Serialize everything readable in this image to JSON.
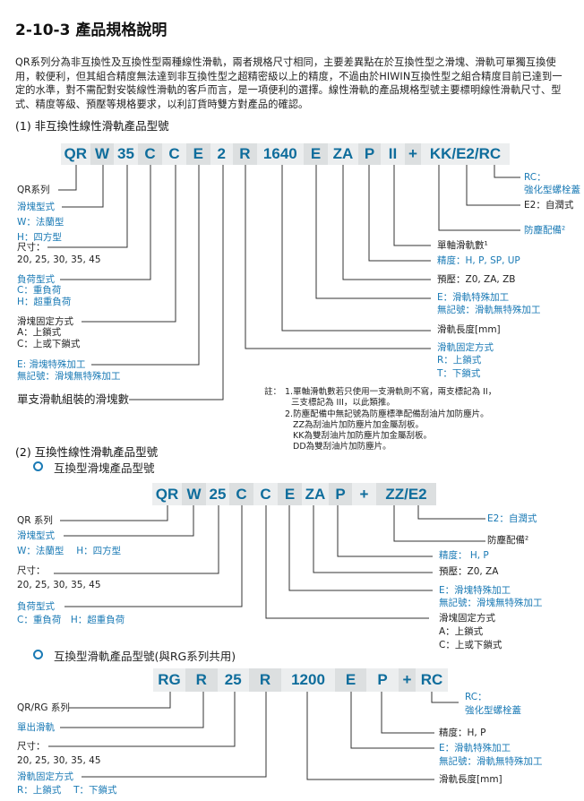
{
  "title": "2-10-3 產品規格說明",
  "intro": "QR系列分為非互換性及互換性型兩種線性滑軌，兩者規格尺寸相同，主要差異點在於互換性型之滑塊、滑軌可單獨互換使用，較便利，但其組合精度無法達到非互換性型之超精密級以上的精度，不過由於HIWIN互換性型之組合精度目前已達到一定的水準，對不需配對安裝線性滑軌的客戶而言，是一項便利的選擇。線性滑軌的產品規格型號主要標明線性滑軌尺寸、型式、精度等級、預壓等規格要求，以利訂貨時雙方對產品的確認。",
  "section1": "(1) 非互換性線性滑軌產品型號",
  "section2": "(2) 互換性線性滑軌產品型號",
  "bullet_block": "互換型滑塊產品型號",
  "bullet_rail": "互換型滑軌產品型號(與RG系列共用)",
  "colors": {
    "accent": "#1a7ab5",
    "code": "#0f6d9c",
    "cell_light": "#eceeef",
    "cell_dark": "#dcdfe0"
  },
  "diagrams": [
    {
      "codes": [
        "QR",
        "W",
        "35",
        "C",
        "C",
        "E",
        "2",
        "R",
        "1640",
        "E",
        "ZA",
        "P",
        "II",
        "+",
        "KK/E2/RC"
      ],
      "labels": [
        {
          "tone": "black",
          "lines": [
            "QR系列"
          ]
        },
        {
          "tone": "blue",
          "lines": [
            "滑塊型式",
            "W：法蘭型",
            "H：四方型"
          ]
        },
        {
          "tone": "black",
          "lines": [
            "尺寸：",
            "20, 25, 30, 35, 45"
          ]
        },
        {
          "tone": "blue",
          "lines": [
            "負荷型式",
            "C：重負荷",
            "H：超重負荷"
          ]
        },
        {
          "tone": "black",
          "lines": [
            "滑塊固定方式",
            "A：上鎖式",
            "C：上或下鎖式"
          ]
        },
        {
          "tone": "blue",
          "lines": [
            "E: 滑塊特殊加工",
            "無記號：滑塊無特殊加工"
          ]
        },
        {
          "tone": "black",
          "lines": [
            "單支滑軌組裝的滑塊數"
          ]
        },
        {
          "tone": "blue",
          "lines": [
            "滑軌固定方式",
            "R：上鎖式",
            "T：下鎖式"
          ]
        },
        {
          "tone": "black",
          "lines": [
            "滑軌長度[mm]"
          ]
        },
        {
          "tone": "blue",
          "lines": [
            "E：滑軌特殊加工",
            "無記號：滑軌無特殊加工"
          ]
        },
        {
          "tone": "black",
          "lines": [
            "預壓：Z0, ZA, ZB"
          ]
        },
        {
          "tone": "blue",
          "lines": [
            "精度：H, P, SP, UP"
          ]
        },
        {
          "tone": "black",
          "lines": [
            "單軸滑軌數¹"
          ]
        },
        {
          "tone": "blue",
          "lines": [
            "防塵配備²"
          ]
        },
        {
          "tone": "black",
          "lines": [
            "E2：自潤式"
          ]
        },
        {
          "tone": "blue",
          "lines": [
            "RC：",
            "強化型螺栓蓋"
          ]
        }
      ]
    },
    {
      "codes": [
        "QR",
        "W",
        "25",
        "C",
        "C",
        "E",
        "ZA",
        "P",
        "+",
        "ZZ/E2"
      ],
      "labels": [
        {
          "tone": "black",
          "lines": [
            "QR 系列"
          ]
        },
        {
          "tone": "blue",
          "lines": [
            "滑塊型式",
            "W：法蘭型　 H：四方型"
          ]
        },
        {
          "tone": "black",
          "lines": [
            "尺寸：",
            "20, 25, 30, 35, 45"
          ]
        },
        {
          "tone": "blue",
          "lines": [
            "負荷型式",
            "C：重負荷　H：超重負荷"
          ]
        },
        {
          "tone": "black",
          "lines": [
            "滑塊固定方式",
            "A：上鎖式",
            "C：上或下鎖式"
          ]
        },
        {
          "tone": "blue",
          "lines": [
            "E：滑塊特殊加工",
            "無記號：滑塊無特殊加工"
          ]
        },
        {
          "tone": "black",
          "lines": [
            "預壓：Z0, ZA"
          ]
        },
        {
          "tone": "blue",
          "lines": [
            "精度： H, P"
          ]
        },
        {
          "tone": "black",
          "lines": [
            "防塵配備²"
          ]
        },
        {
          "tone": "blue",
          "lines": [
            "E2：自潤式"
          ]
        }
      ]
    },
    {
      "codes": [
        "RG",
        "R",
        "25",
        "R",
        "1200",
        "E",
        "P",
        "+",
        "RC"
      ],
      "labels": [
        {
          "tone": "black",
          "lines": [
            "QR/RG 系列"
          ]
        },
        {
          "tone": "blue",
          "lines": [
            "單出滑軌"
          ]
        },
        {
          "tone": "black",
          "lines": [
            "尺寸：",
            "20, 25, 30, 35, 45"
          ]
        },
        {
          "tone": "blue",
          "lines": [
            "滑軌固定方式",
            "R：上鎖式　 T：下鎖式"
          ]
        },
        {
          "tone": "black",
          "lines": [
            "滑軌長度[mm]"
          ]
        },
        {
          "tone": "blue",
          "lines": [
            "E：滑軌特殊加工",
            "無記號：滑軌無特殊加工"
          ]
        },
        {
          "tone": "black",
          "lines": [
            "精度：H, P"
          ]
        },
        {
          "tone": "blue",
          "lines": [
            "RC：",
            "強化型螺栓蓋"
          ]
        }
      ]
    }
  ],
  "notes": {
    "prefix": "註：",
    "lines": [
      "1.單軸滑軌數若只使用一支滑軌則不寫，兩支標記為 II，",
      "三支標記為 III，以此類推。",
      "2.防塵配備中無記號為防塵標準配備刮油片加防塵片。",
      "ZZ為刮油片加防塵片加金屬刮板。",
      "KK為雙刮油片加防塵片加金屬刮板。",
      "DD為雙刮油片加防塵片。"
    ]
  }
}
